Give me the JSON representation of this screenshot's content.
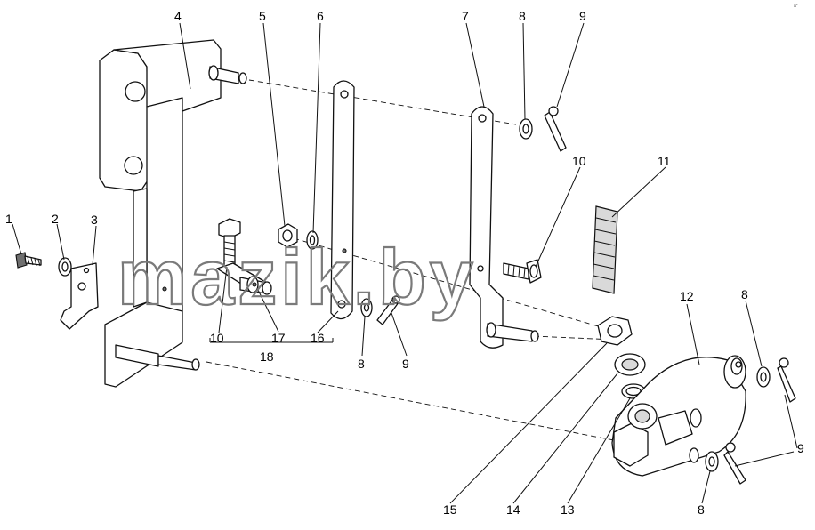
{
  "watermark": "mazik.by",
  "corner_mark": "a*",
  "callouts": [
    {
      "id": "c1",
      "text": "1"
    },
    {
      "id": "c2",
      "text": "2"
    },
    {
      "id": "c3",
      "text": "3"
    },
    {
      "id": "c4",
      "text": "4"
    },
    {
      "id": "c5",
      "text": "5"
    },
    {
      "id": "c6",
      "text": "6"
    },
    {
      "id": "c7",
      "text": "7"
    },
    {
      "id": "c8a",
      "text": "8"
    },
    {
      "id": "c9a",
      "text": "9"
    },
    {
      "id": "c10a",
      "text": "10"
    },
    {
      "id": "c11",
      "text": "11"
    },
    {
      "id": "c12",
      "text": "12"
    },
    {
      "id": "c8b",
      "text": "8"
    },
    {
      "id": "c10b",
      "text": "10"
    },
    {
      "id": "c17",
      "text": "17"
    },
    {
      "id": "c16",
      "text": "16"
    },
    {
      "id": "c18",
      "text": "18"
    },
    {
      "id": "c8c",
      "text": "8"
    },
    {
      "id": "c9b",
      "text": "9"
    },
    {
      "id": "c9c",
      "text": "9"
    },
    {
      "id": "c15",
      "text": "15"
    },
    {
      "id": "c14",
      "text": "14"
    },
    {
      "id": "c13",
      "text": "13"
    },
    {
      "id": "c8d",
      "text": "8"
    }
  ]
}
